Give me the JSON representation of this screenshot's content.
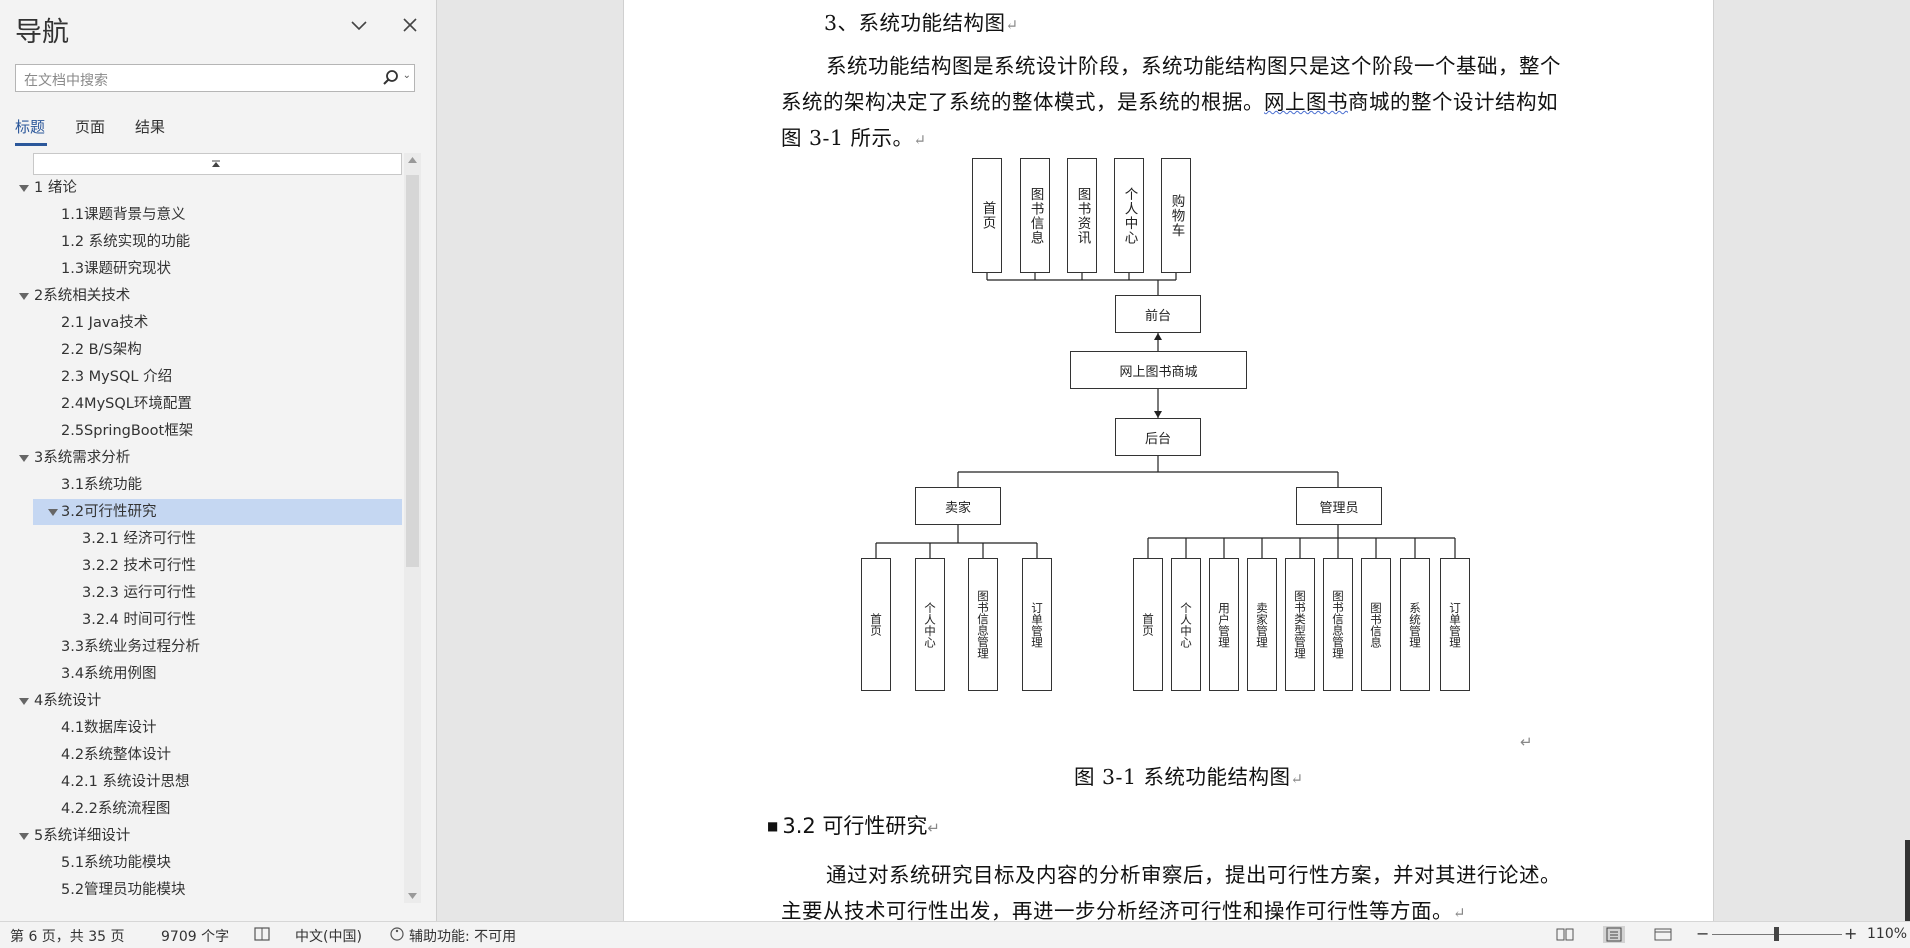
{
  "nav": {
    "title": "导航",
    "search_placeholder": "在文档中搜索",
    "tabs": [
      "标题",
      "页面",
      "结果"
    ],
    "tree": [
      {
        "label": "1 绪论",
        "level": 1,
        "expandable": true
      },
      {
        "label": "1.1课题背景与意义",
        "level": 2
      },
      {
        "label": "1.2 系统实现的功能",
        "level": 2
      },
      {
        "label": "1.3课题研究现状",
        "level": 2
      },
      {
        "label": "2系统相关技术",
        "level": 1,
        "expandable": true
      },
      {
        "label": "2.1 Java技术",
        "level": 2
      },
      {
        "label": "2.2 B/S架构",
        "level": 2
      },
      {
        "label": "2.3 MySQL 介绍",
        "level": 2
      },
      {
        "label": "2.4MySQL环境配置",
        "level": 2
      },
      {
        "label": "2.5SpringBoot框架",
        "level": 2
      },
      {
        "label": "3系统需求分析",
        "level": 1,
        "expandable": true
      },
      {
        "label": "3.1系统功能",
        "level": 2
      },
      {
        "label": "3.2可行性研究",
        "level": 2,
        "expandable": true,
        "selected": true
      },
      {
        "label": "3.2.1 经济可行性",
        "level": 3
      },
      {
        "label": "3.2.2 技术可行性",
        "level": 3
      },
      {
        "label": "3.2.3 运行可行性",
        "level": 3
      },
      {
        "label": "3.2.4 时间可行性",
        "level": 3
      },
      {
        "label": "3.3系统业务过程分析",
        "level": 2
      },
      {
        "label": "3.4系统用例图",
        "level": 2
      },
      {
        "label": "4系统设计",
        "level": 1,
        "expandable": true
      },
      {
        "label": "4.1数据库设计",
        "level": 2
      },
      {
        "label": "4.2系统整体设计",
        "level": 2
      },
      {
        "label": "4.2.1 系统设计思想",
        "level": 2
      },
      {
        "label": "4.2.2系统流程图",
        "level": 2
      },
      {
        "label": "5系统详细设计",
        "level": 1,
        "expandable": true
      },
      {
        "label": "5.1系统功能模块",
        "level": 2
      },
      {
        "label": "5.2管理员功能模块",
        "level": 2
      }
    ]
  },
  "doc": {
    "section_heading": "3、系统功能结构图",
    "para1_line1": "系统功能结构图是系统设计阶段，系统功能结构图只是这个阶段一个基础，整个",
    "para1_line2_a": "系统的架构决定了系统的整体模式，是系统的根据。",
    "para1_line2_b": "网上图书",
    "para1_line2_c": "商城的整个设计结构如",
    "para1_line3": "图 3-1 所示。",
    "para_mark": "↵",
    "diagram": {
      "front_items": [
        "首页",
        "图书信息",
        "图书资讯",
        "个人中心",
        "购物车"
      ],
      "front": "前台",
      "root": "网上图书商城",
      "back": "后台",
      "seller": "卖家",
      "admin": "管理员",
      "seller_items": [
        "首页",
        "个人中心",
        "图书信息管理",
        "订单管理"
      ],
      "admin_items": [
        "首页",
        "个人中心",
        "用户管理",
        "卖家管理",
        "图书类型管理",
        "图书信息管理",
        "图书信息",
        "系统管理",
        "订单管理"
      ]
    },
    "caption": "图 3-1 系统功能结构图",
    "heading2": "3.2 可行性研究",
    "para2_line1": "通过对系统研究目标及内容的分析审察后，提出可行性方案，并对其进行论述。",
    "para2_line2": "主要从技术可行性出发，再进一步分析经济可行性和操作可行性等方面。"
  },
  "status": {
    "page": "第 6 页，共 35 页",
    "words": "9709 个字",
    "language": "中文(中国)",
    "accessibility": "辅助功能: 不可用",
    "zoom_minus": "−",
    "zoom_plus": "+",
    "zoom": "110%"
  }
}
